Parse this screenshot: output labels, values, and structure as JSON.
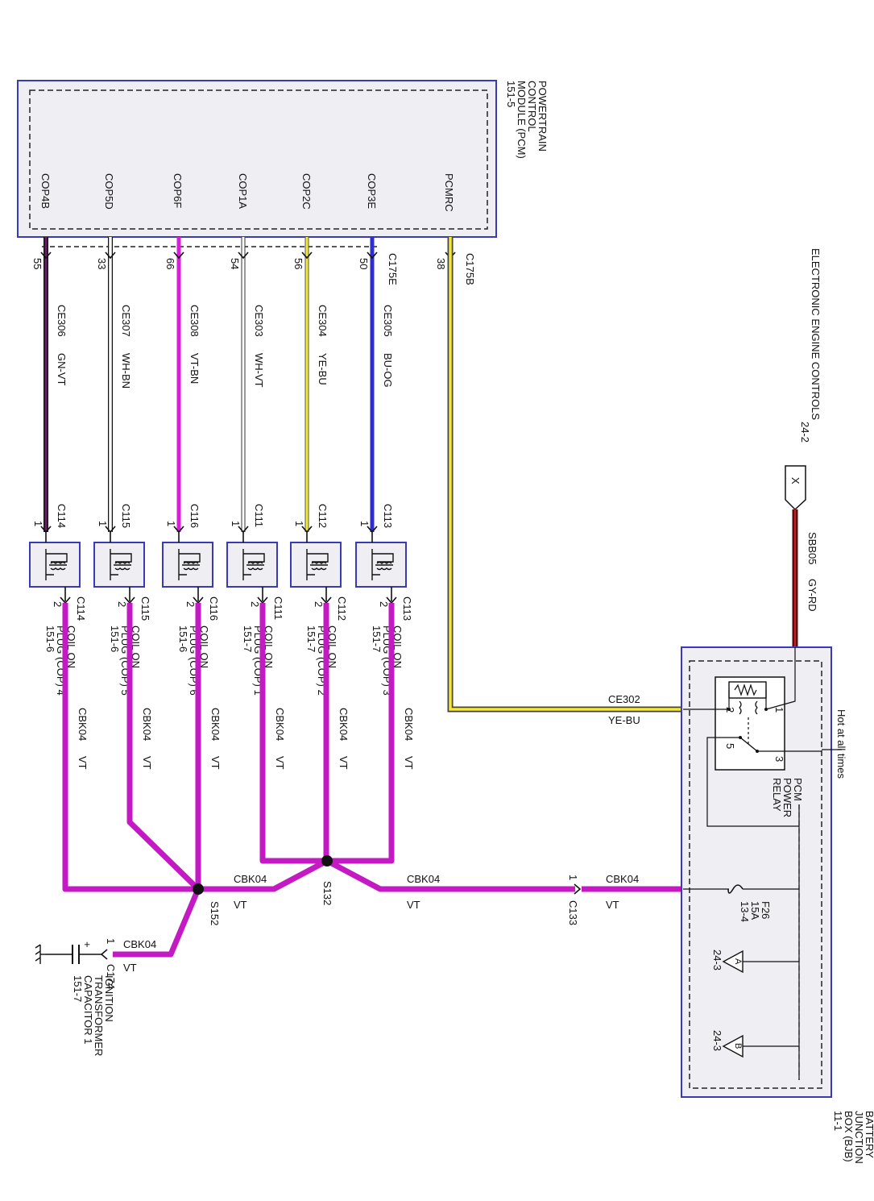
{
  "pcm": {
    "name_lines": [
      "POWERTRAIN",
      "CONTROL",
      "MODULE (PCM)",
      "151-5"
    ],
    "pins": [
      "COP4B",
      "COP5D",
      "COP6F",
      "COP1A",
      "COP2C",
      "COP3E",
      "PCMRC"
    ]
  },
  "connectors": {
    "c175e": "C175E",
    "c175b": "C175B",
    "pin_numbers": [
      "55",
      "33",
      "66",
      "54",
      "56",
      "50",
      "38"
    ]
  },
  "wires": [
    {
      "circuit": "CE306",
      "color_code": "GN-VT",
      "color": "#6a1a6a"
    },
    {
      "circuit": "CE307",
      "color_code": "WH-BN",
      "color": "#ffffff"
    },
    {
      "circuit": "CE308",
      "color_code": "VT-BN",
      "color": "#d81ed8"
    },
    {
      "circuit": "CE303",
      "color_code": "WH-VT",
      "color": "#ffffff"
    },
    {
      "circuit": "CE304",
      "color_code": "YE-BU",
      "color": "#f4ea34"
    },
    {
      "circuit": "CE305",
      "color_code": "BU-OG",
      "color": "#2e2ed0"
    }
  ],
  "coils": [
    {
      "top_connector": "C114",
      "bottom_connector": "C114",
      "pin_top": "1",
      "pin_bottom": "2",
      "label_lines": [
        "COIL ON",
        "PLUG (COP) 4",
        "151-6"
      ]
    },
    {
      "top_connector": "C115",
      "bottom_connector": "C115",
      "pin_top": "1",
      "pin_bottom": "2",
      "label_lines": [
        "COIL ON",
        "PLUG (COP) 5",
        "151-6"
      ]
    },
    {
      "top_connector": "C116",
      "bottom_connector": "C116",
      "pin_top": "1",
      "pin_bottom": "2",
      "label_lines": [
        "COIL ON",
        "PLUG (COP) 6",
        "151-6"
      ]
    },
    {
      "top_connector": "C111",
      "bottom_connector": "C111",
      "pin_top": "1",
      "pin_bottom": "2",
      "label_lines": [
        "COIL ON",
        "PLUG (COP) 1",
        "151-7"
      ]
    },
    {
      "top_connector": "C112",
      "bottom_connector": "C112",
      "pin_top": "1",
      "pin_bottom": "2",
      "label_lines": [
        "COIL ON",
        "PLUG (COP) 2",
        "151-7"
      ]
    },
    {
      "top_connector": "C113",
      "bottom_connector": "C113",
      "pin_top": "1",
      "pin_bottom": "2",
      "label_lines": [
        "COIL ON",
        "PLUG (COP) 3",
        "151-7"
      ]
    }
  ],
  "power": {
    "circuit": "CBK04",
    "color_code": "VT",
    "splice_1": "S152",
    "splice_2": "S132",
    "connector_c133": "C133",
    "connector_c174": "C174",
    "pin_1": "1"
  },
  "relay_wire": {
    "circuit": "CE302",
    "color_code": "YE-BU"
  },
  "eec": {
    "lines": [
      "ELECTRONIC ENGINE CONTROLS",
      "24-2"
    ],
    "marker": "X"
  },
  "sbb": {
    "circuit": "SBB05",
    "color_code": "GY-RD"
  },
  "bjb": {
    "name_lines": [
      "BATTERY",
      "JUNCTION",
      "BOX (BJB)",
      "11-1"
    ],
    "hot_label": "Hot at all times",
    "relay_lines": [
      "PCM",
      "POWER",
      "RELAY"
    ],
    "relay_pins": [
      "1",
      "2",
      "3",
      "5"
    ],
    "fuse_lines": [
      "F26",
      "15A",
      "13-4"
    ],
    "ref_1": "24-3",
    "ref_2": "24-3",
    "marker_a": "A",
    "marker_b": "B"
  },
  "capacitor": {
    "lines": [
      "IGNITION",
      "TRANSFORMER",
      "CAPACITOR 1",
      "151-7"
    ],
    "plus": "+"
  }
}
